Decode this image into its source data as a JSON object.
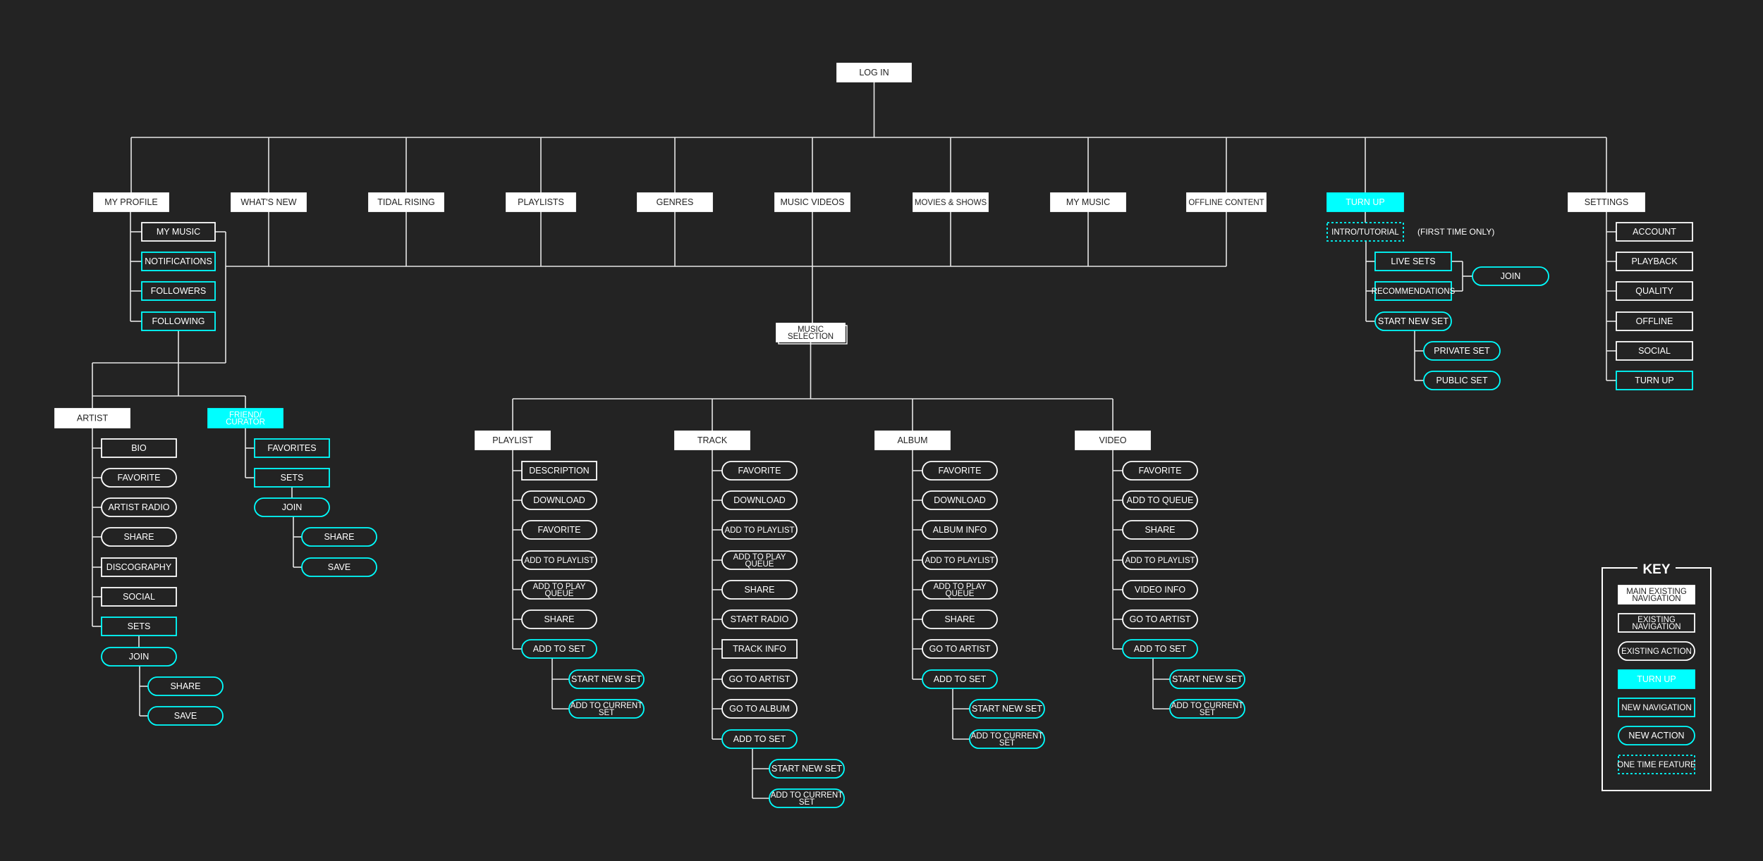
{
  "colors": {
    "background": "#232323",
    "line": "#e6e6e6",
    "white": "#ffffff",
    "cyan": "#00ffff",
    "dark_text": "#222222"
  },
  "nodes": [
    {
      "id": "log-in",
      "lines": [
        "LOG IN"
      ],
      "style": "main"
    },
    {
      "id": "my-profile",
      "lines": [
        "MY PROFILE"
      ],
      "style": "main"
    },
    {
      "id": "whats-new",
      "lines": [
        "WHAT'S NEW"
      ],
      "style": "main"
    },
    {
      "id": "tidal-rising",
      "lines": [
        "TIDAL RISING"
      ],
      "style": "main"
    },
    {
      "id": "playlists",
      "lines": [
        "PLAYLISTS"
      ],
      "style": "main"
    },
    {
      "id": "genres",
      "lines": [
        "GENRES"
      ],
      "style": "main"
    },
    {
      "id": "music-videos",
      "lines": [
        "MUSIC VIDEOS"
      ],
      "style": "main"
    },
    {
      "id": "movies-shows",
      "lines": [
        "MOVIES & SHOWS"
      ],
      "style": "main"
    },
    {
      "id": "my-music-main",
      "lines": [
        "MY MUSIC"
      ],
      "style": "main"
    },
    {
      "id": "offline-content",
      "lines": [
        "OFFLINE CONTENT"
      ],
      "style": "main"
    },
    {
      "id": "turn-up",
      "lines": [
        "TURN UP"
      ],
      "style": "turnup"
    },
    {
      "id": "settings",
      "lines": [
        "SETTINGS"
      ],
      "style": "main"
    },
    {
      "id": "profile-my-music",
      "lines": [
        "MY MUSIC"
      ],
      "style": "existing-nav"
    },
    {
      "id": "notifications",
      "lines": [
        "NOTIFICATIONS"
      ],
      "style": "new-nav"
    },
    {
      "id": "followers",
      "lines": [
        "FOLLOWERS"
      ],
      "style": "new-nav"
    },
    {
      "id": "following",
      "lines": [
        "FOLLOWING"
      ],
      "style": "new-nav"
    },
    {
      "id": "artist",
      "lines": [
        "ARTIST"
      ],
      "style": "main"
    },
    {
      "id": "artist-bio",
      "lines": [
        "BIO"
      ],
      "style": "existing-nav"
    },
    {
      "id": "artist-favorite",
      "lines": [
        "FAVORITE"
      ],
      "style": "existing-action"
    },
    {
      "id": "artist-radio",
      "lines": [
        "ARTIST RADIO"
      ],
      "style": "existing-action"
    },
    {
      "id": "artist-share",
      "lines": [
        "SHARE"
      ],
      "style": "existing-action"
    },
    {
      "id": "artist-discography",
      "lines": [
        "DISCOGRAPHY"
      ],
      "style": "existing-nav"
    },
    {
      "id": "artist-social",
      "lines": [
        "SOCIAL"
      ],
      "style": "existing-nav"
    },
    {
      "id": "artist-sets",
      "lines": [
        "SETS"
      ],
      "style": "new-nav"
    },
    {
      "id": "artist-join",
      "lines": [
        "JOIN"
      ],
      "style": "new-action"
    },
    {
      "id": "artist-join-share",
      "lines": [
        "SHARE"
      ],
      "style": "new-action"
    },
    {
      "id": "artist-join-save",
      "lines": [
        "SAVE"
      ],
      "style": "new-action"
    },
    {
      "id": "friend-curator",
      "lines": [
        "FRIEND/",
        "CURATOR"
      ],
      "style": "turnup"
    },
    {
      "id": "friend-favorites",
      "lines": [
        "FAVORITES"
      ],
      "style": "new-nav"
    },
    {
      "id": "friend-sets",
      "lines": [
        "SETS"
      ],
      "style": "new-nav"
    },
    {
      "id": "friend-join",
      "lines": [
        "JOIN"
      ],
      "style": "new-action"
    },
    {
      "id": "friend-join-share",
      "lines": [
        "SHARE"
      ],
      "style": "new-action"
    },
    {
      "id": "friend-join-save",
      "lines": [
        "SAVE"
      ],
      "style": "new-action"
    },
    {
      "id": "music-selection",
      "lines": [
        "MUSIC",
        "SELECTION"
      ],
      "style": "main"
    },
    {
      "id": "pl",
      "lines": [
        "PLAYLIST"
      ],
      "style": "main"
    },
    {
      "id": "pl-description",
      "lines": [
        "DESCRIPTION"
      ],
      "style": "existing-nav"
    },
    {
      "id": "pl-download",
      "lines": [
        "DOWNLOAD"
      ],
      "style": "existing-action"
    },
    {
      "id": "pl-favorite",
      "lines": [
        "FAVORITE"
      ],
      "style": "existing-action"
    },
    {
      "id": "pl-add-to-playlist",
      "lines": [
        "ADD TO PLAYLIST"
      ],
      "style": "existing-action"
    },
    {
      "id": "pl-add-to-play-queue",
      "lines": [
        "ADD TO PLAY",
        "QUEUE"
      ],
      "style": "existing-action"
    },
    {
      "id": "pl-share",
      "lines": [
        "SHARE"
      ],
      "style": "existing-action"
    },
    {
      "id": "pl-add-to-set",
      "lines": [
        "ADD TO SET"
      ],
      "style": "new-action"
    },
    {
      "id": "pl-start-new-set",
      "lines": [
        "START NEW SET"
      ],
      "style": "new-action"
    },
    {
      "id": "pl-add-to-current-set",
      "lines": [
        "ADD TO CURRENT",
        "SET"
      ],
      "style": "new-action"
    },
    {
      "id": "tr",
      "lines": [
        "TRACK"
      ],
      "style": "main"
    },
    {
      "id": "tr-favorite",
      "lines": [
        "FAVORITE"
      ],
      "style": "existing-action"
    },
    {
      "id": "tr-download",
      "lines": [
        "DOWNLOAD"
      ],
      "style": "existing-action"
    },
    {
      "id": "tr-add-to-playlist",
      "lines": [
        "ADD TO PLAYLIST"
      ],
      "style": "existing-action"
    },
    {
      "id": "tr-add-to-play-queue",
      "lines": [
        "ADD TO PLAY",
        "QUEUE"
      ],
      "style": "existing-action"
    },
    {
      "id": "tr-share",
      "lines": [
        "SHARE"
      ],
      "style": "existing-action"
    },
    {
      "id": "tr-start-radio",
      "lines": [
        "START RADIO"
      ],
      "style": "existing-action"
    },
    {
      "id": "tr-track-info",
      "lines": [
        "TRACK INFO"
      ],
      "style": "existing-nav"
    },
    {
      "id": "tr-go-to-artist",
      "lines": [
        "GO TO ARTIST"
      ],
      "style": "existing-action"
    },
    {
      "id": "tr-go-to-album",
      "lines": [
        "GO TO ALBUM"
      ],
      "style": "existing-action"
    },
    {
      "id": "tr-add-to-set",
      "lines": [
        "ADD TO SET"
      ],
      "style": "new-action"
    },
    {
      "id": "tr-start-new-set",
      "lines": [
        "START NEW SET"
      ],
      "style": "new-action"
    },
    {
      "id": "tr-add-to-current-set",
      "lines": [
        "ADD TO CURRENT",
        "SET"
      ],
      "style": "new-action"
    },
    {
      "id": "al",
      "lines": [
        "ALBUM"
      ],
      "style": "main"
    },
    {
      "id": "al-favorite",
      "lines": [
        "FAVORITE"
      ],
      "style": "existing-action"
    },
    {
      "id": "al-download",
      "lines": [
        "DOWNLOAD"
      ],
      "style": "existing-action"
    },
    {
      "id": "al-album-info",
      "lines": [
        "ALBUM INFO"
      ],
      "style": "existing-action"
    },
    {
      "id": "al-add-to-playlist",
      "lines": [
        "ADD TO PLAYLIST"
      ],
      "style": "existing-action"
    },
    {
      "id": "al-add-to-play-queue",
      "lines": [
        "ADD TO PLAY",
        "QUEUE"
      ],
      "style": "existing-action"
    },
    {
      "id": "al-share",
      "lines": [
        "SHARE"
      ],
      "style": "existing-action"
    },
    {
      "id": "al-go-to-artist",
      "lines": [
        "GO TO ARTIST"
      ],
      "style": "existing-action"
    },
    {
      "id": "al-add-to-set",
      "lines": [
        "ADD TO SET"
      ],
      "style": "new-action"
    },
    {
      "id": "al-start-new-set",
      "lines": [
        "START NEW SET"
      ],
      "style": "new-action"
    },
    {
      "id": "al-add-to-current-set",
      "lines": [
        "ADD TO CURRENT",
        "SET"
      ],
      "style": "new-action"
    },
    {
      "id": "vi",
      "lines": [
        "VIDEO"
      ],
      "style": "main"
    },
    {
      "id": "vi-favorite",
      "lines": [
        "FAVORITE"
      ],
      "style": "existing-action"
    },
    {
      "id": "vi-add-to-queue",
      "lines": [
        "ADD TO QUEUE"
      ],
      "style": "existing-action"
    },
    {
      "id": "vi-share",
      "lines": [
        "SHARE"
      ],
      "style": "existing-action"
    },
    {
      "id": "vi-add-to-playlist",
      "lines": [
        "ADD TO PLAYLIST"
      ],
      "style": "existing-action"
    },
    {
      "id": "vi-video-info",
      "lines": [
        "VIDEO INFO"
      ],
      "style": "existing-action"
    },
    {
      "id": "vi-go-to-artist",
      "lines": [
        "GO TO ARTIST"
      ],
      "style": "existing-action"
    },
    {
      "id": "vi-add-to-set",
      "lines": [
        "ADD TO SET"
      ],
      "style": "new-action"
    },
    {
      "id": "vi-start-new-set",
      "lines": [
        "START NEW SET"
      ],
      "style": "new-action"
    },
    {
      "id": "vi-add-to-current-set",
      "lines": [
        "ADD TO CURRENT",
        "SET"
      ],
      "style": "new-action"
    },
    {
      "id": "intro-tutorial",
      "lines": [
        "INTRO/TUTORIAL"
      ],
      "style": "one-time"
    },
    {
      "id": "live-sets",
      "lines": [
        "LIVE SETS"
      ],
      "style": "new-nav"
    },
    {
      "id": "recommendations",
      "lines": [
        "RECOMMENDATIONS"
      ],
      "style": "new-nav"
    },
    {
      "id": "turnup-join",
      "lines": [
        "JOIN"
      ],
      "style": "new-action"
    },
    {
      "id": "start-new-set",
      "lines": [
        "START NEW SET"
      ],
      "style": "new-action"
    },
    {
      "id": "private-set",
      "lines": [
        "PRIVATE SET"
      ],
      "style": "new-action"
    },
    {
      "id": "public-set",
      "lines": [
        "PUBLIC SET"
      ],
      "style": "new-action"
    },
    {
      "id": "set-account",
      "lines": [
        "ACCOUNT"
      ],
      "style": "existing-nav"
    },
    {
      "id": "set-playback",
      "lines": [
        "PLAYBACK"
      ],
      "style": "existing-nav"
    },
    {
      "id": "set-quality",
      "lines": [
        "QUALITY"
      ],
      "style": "existing-nav"
    },
    {
      "id": "set-offline",
      "lines": [
        "OFFLINE"
      ],
      "style": "existing-nav"
    },
    {
      "id": "set-social",
      "lines": [
        "SOCIAL"
      ],
      "style": "existing-nav"
    },
    {
      "id": "set-turn-up",
      "lines": [
        "TURN UP"
      ],
      "style": "new-nav"
    }
  ],
  "annotations": [
    {
      "id": "first-time-only",
      "text": "(FIRST TIME ONLY)"
    }
  ],
  "key": {
    "title": "KEY",
    "items": [
      {
        "id": "key-main",
        "lines": [
          "MAIN EXISTING",
          "NAVIGATION"
        ],
        "style": "main"
      },
      {
        "id": "key-existing-nav",
        "lines": [
          "EXISTING",
          "NAVIGATION"
        ],
        "style": "existing-nav"
      },
      {
        "id": "key-existing-action",
        "lines": [
          "EXISTING ACTION"
        ],
        "style": "existing-action"
      },
      {
        "id": "key-turn-up",
        "lines": [
          "TURN UP"
        ],
        "style": "turnup"
      },
      {
        "id": "key-new-nav",
        "lines": [
          "NEW NAVIGATION"
        ],
        "style": "new-nav"
      },
      {
        "id": "key-new-action",
        "lines": [
          "NEW ACTION"
        ],
        "style": "new-action"
      },
      {
        "id": "key-one-time",
        "lines": [
          "ONE TIME FEATURE"
        ],
        "style": "one-time"
      }
    ]
  }
}
